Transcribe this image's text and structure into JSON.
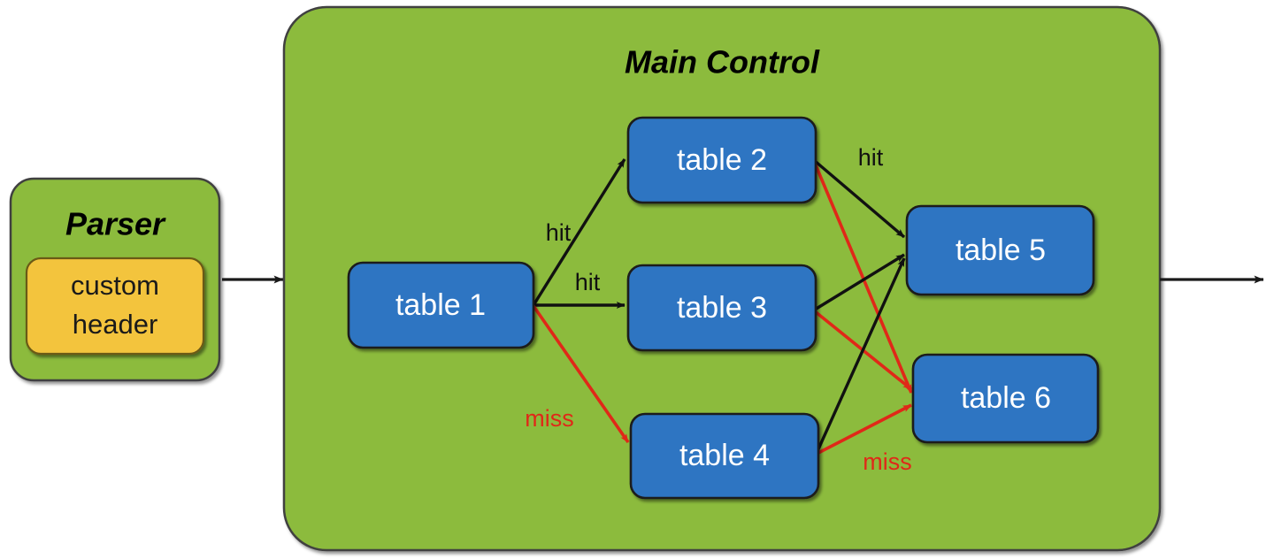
{
  "diagram": {
    "title_parser": "Parser",
    "title_main_control": "Main Control",
    "colors": {
      "green_container": "#8CBB3C",
      "green_border": "#3f3f3f",
      "blue_box": "#2E75C2",
      "blue_border": "#1a1a1a",
      "amber_box": "#F3C43E",
      "amber_border": "#6b5a14",
      "hit_edge": "#111111",
      "miss_edge": "#E02818",
      "box_text": "#FFFFFF",
      "background": "#FFFFFF"
    },
    "parser": {
      "label": "Parser",
      "custom_header_line1": "custom",
      "custom_header_line2": "header"
    },
    "main_control": {
      "label": "Main Control",
      "tables": [
        {
          "id": "table1",
          "label": "table 1"
        },
        {
          "id": "table2",
          "label": "table 2"
        },
        {
          "id": "table3",
          "label": "table 3"
        },
        {
          "id": "table4",
          "label": "table 4"
        },
        {
          "id": "table5",
          "label": "table 5"
        },
        {
          "id": "table6",
          "label": "table 6"
        }
      ],
      "edge_labels": {
        "hit_t1_t2": "hit",
        "hit_t1_t3": "hit",
        "miss_t1_t4": "miss",
        "hit_t2_t5": "hit",
        "miss_t4_t6": "miss"
      }
    },
    "edges": [
      {
        "from": "table 1",
        "to": "table 2",
        "kind": "hit",
        "label": "hit"
      },
      {
        "from": "table 1",
        "to": "table 3",
        "kind": "hit",
        "label": "hit"
      },
      {
        "from": "table 1",
        "to": "table 4",
        "kind": "miss",
        "label": "miss"
      },
      {
        "from": "table 2",
        "to": "table 5",
        "kind": "hit",
        "label": "hit"
      },
      {
        "from": "table 2",
        "to": "table 6",
        "kind": "miss",
        "label": ""
      },
      {
        "from": "table 3",
        "to": "table 5",
        "kind": "hit",
        "label": ""
      },
      {
        "from": "table 3",
        "to": "table 6",
        "kind": "miss",
        "label": ""
      },
      {
        "from": "table 4",
        "to": "table 5",
        "kind": "hit",
        "label": ""
      },
      {
        "from": "table 4",
        "to": "table 6",
        "kind": "miss",
        "label": "miss"
      },
      {
        "from": "Parser",
        "to": "Main Control",
        "kind": "flow",
        "label": ""
      },
      {
        "from": "Main Control",
        "to": "output",
        "kind": "flow",
        "label": ""
      }
    ]
  }
}
